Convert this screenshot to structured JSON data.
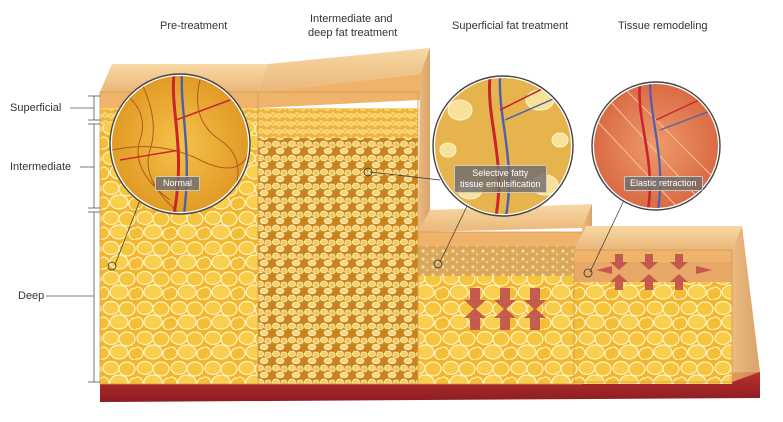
{
  "stage_titles": {
    "pre": "Pre-treatment",
    "intermediate_line1": "Intermediate and",
    "intermediate_line2": "deep fat treatment",
    "superficial": "Superficial fat treatment",
    "remodeling": "Tissue remodeling"
  },
  "layer_labels": {
    "superficial": "Superficial",
    "intermediate": "Intermediate",
    "deep": "Deep"
  },
  "callouts": {
    "normal": "Normal",
    "selective_line1": "Selective fatty",
    "selective_line2": "tissue emulsification",
    "elastic": "Elastic retraction"
  },
  "colors": {
    "skin": "#f2c98a",
    "fat": "#f5c23a",
    "fat_dark": "#e2a21f",
    "muscle": "#a8282a",
    "septa": "#fff3c8",
    "vein": "#4a5fb0",
    "artery": "#c8262c",
    "label_box": "#6e6e6e"
  }
}
